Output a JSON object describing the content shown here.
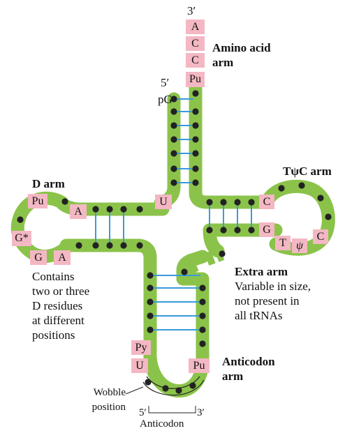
{
  "acceptor_stem": {
    "bases": [
      "A",
      "C",
      "C",
      "Pu"
    ],
    "three_prime": "3′",
    "five_prime": "5′",
    "pg": "pG"
  },
  "labels": {
    "amino_acid_arm": [
      "Amino acid",
      "arm"
    ],
    "d_arm": "D arm",
    "tpsic_arm": "TψC arm",
    "extra_arm_title": "Extra arm",
    "extra_arm_desc": [
      "Variable in size,",
      "not present in",
      "all tRNAs"
    ],
    "d_arm_note": [
      "Contains",
      "two or three",
      "D residues",
      "at different",
      "positions"
    ],
    "anticodon_arm": [
      "Anticodon",
      "arm"
    ],
    "wobble": [
      "Wobble",
      "position"
    ],
    "anticodon": "Anticodon",
    "anticodon_5": "5′",
    "anticodon_3": "3′"
  },
  "bases": {
    "u_top": "U",
    "a_d": "A",
    "pu_d": "Pu",
    "gstar": "G*",
    "g_d": "G",
    "a_d2": "A",
    "c_t1": "C",
    "g_t": "G",
    "t_t": "T",
    "psi_t": "ψ",
    "c_t2": "C",
    "py_ac": "Py",
    "u_ac": "U",
    "pu_ac": "Pu"
  },
  "colors": {
    "backbone": "#8bc34a",
    "nucleotide": "#222222",
    "base_box": "#f3b8c3",
    "pairing": "#3a9ad9"
  }
}
